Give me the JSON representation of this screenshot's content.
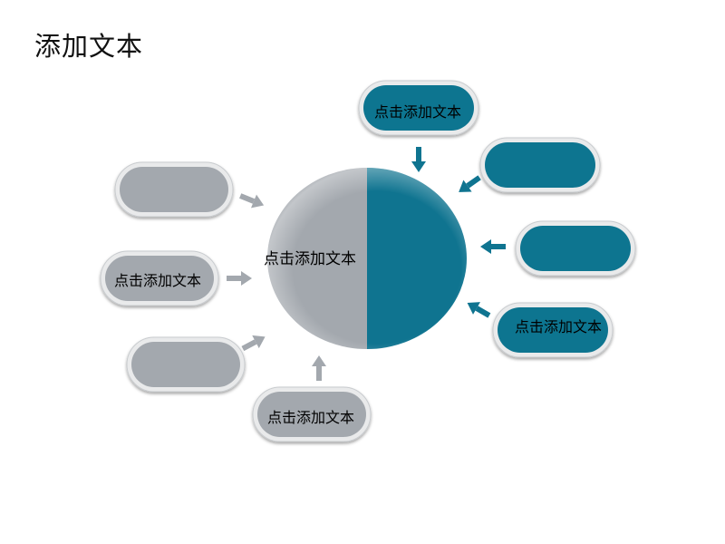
{
  "slide": {
    "title": "添加文本",
    "center_label": "点击添加文本"
  },
  "colors": {
    "gray": "#a3a8ae",
    "teal": "#0f7490",
    "arrow_gray": "#a3a8ae",
    "arrow_teal": "#0f7490"
  },
  "left_boxes": [
    {
      "label": ""
    },
    {
      "label": "点击添加文本"
    },
    {
      "label": ""
    },
    {
      "label": "点击添加文本"
    }
  ],
  "right_boxes": [
    {
      "label": "点击添加文本"
    },
    {
      "label": ""
    },
    {
      "label": ""
    },
    {
      "label": "点击添加文本"
    }
  ]
}
